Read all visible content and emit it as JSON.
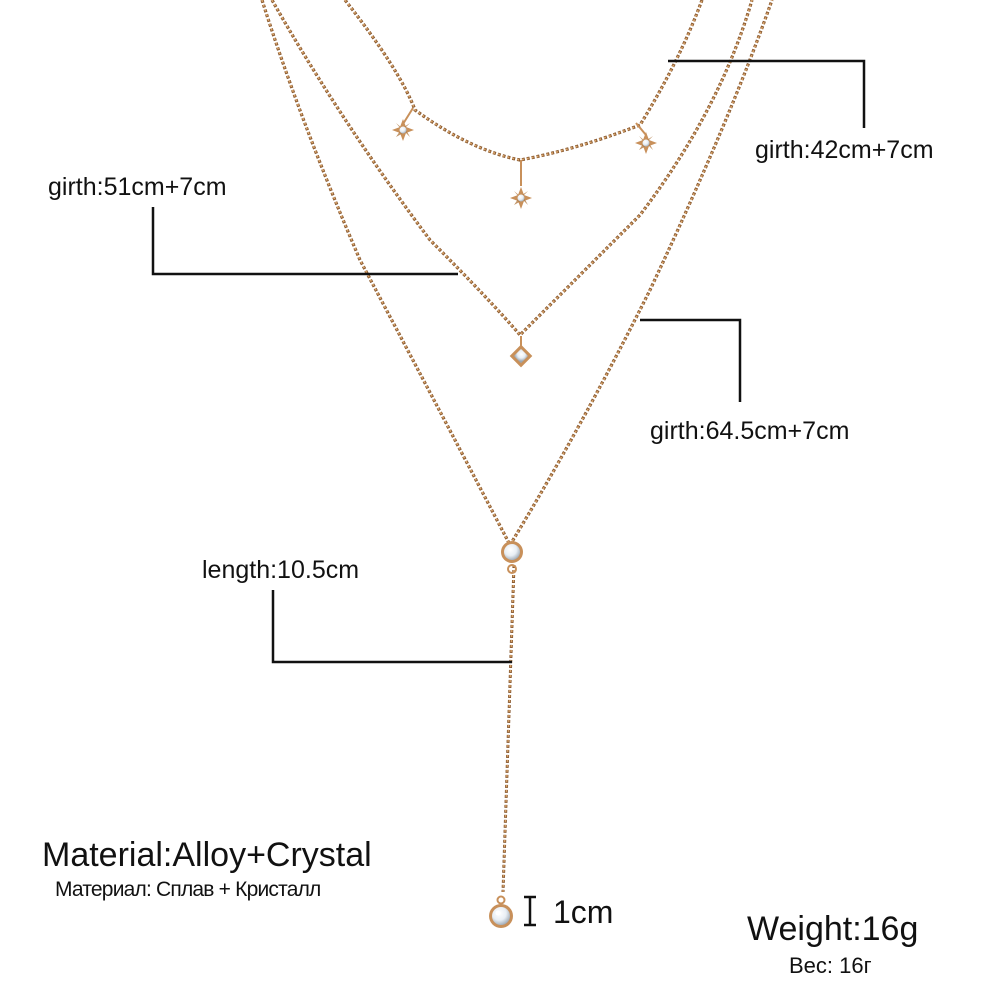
{
  "annotations": {
    "girth_top": "girth:42cm+7cm",
    "girth_middle": "girth:51cm+7cm",
    "girth_bottom": "girth:64.5cm+7cm",
    "drop_length": "length:10.5cm",
    "crystal_size": "1cm"
  },
  "material": {
    "en": "Material:Alloy+Crystal",
    "ru": "Материал: Сплав + Кристалл"
  },
  "weight": {
    "en": "Weight:16g",
    "ru": "Вес: 16г"
  },
  "colors": {
    "chain": "#c8905a",
    "chain_shadow": "#8a5a30",
    "crystal": "#e8eef4",
    "leader_line": "#111111"
  }
}
